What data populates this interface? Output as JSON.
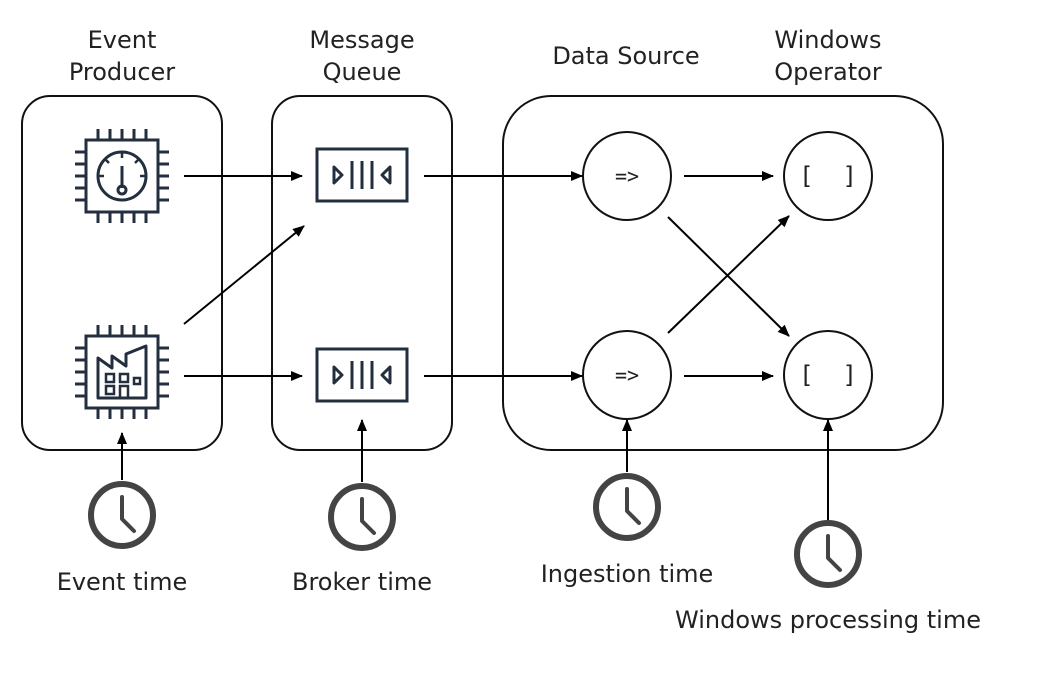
{
  "labels": {
    "event_producer": [
      "Event",
      "Producer"
    ],
    "message_queue": [
      "Message",
      "Queue"
    ],
    "data_source": "Data Source",
    "windows_operator": [
      "Windows",
      "Operator"
    ]
  },
  "nodes": {
    "source_symbol": "=>",
    "window_symbol": "[  ]"
  },
  "clocks": {
    "event_time": "Event time",
    "broker_time": "Broker time",
    "ingestion_time": "Ingestion time",
    "windows_processing_time": "Windows processing time"
  },
  "icons": {
    "sensor": "thermometer-chip-icon",
    "factory": "factory-chip-icon",
    "queue": "queue-icon",
    "clock": "clock-icon"
  },
  "colors": {
    "stroke": "#111111",
    "icon": "#232f3e",
    "clock": "#444444"
  }
}
